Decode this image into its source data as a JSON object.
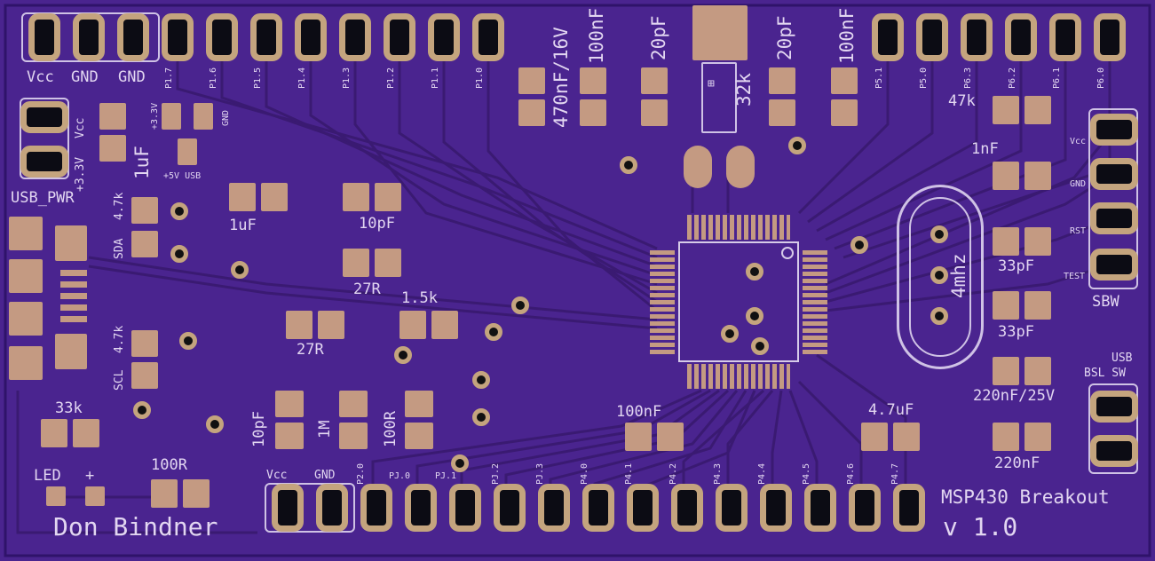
{
  "board": {
    "title": "MSP430 Breakout",
    "version": "v 1.0",
    "author": "Don Bindner",
    "colors": {
      "soldermask": "#4a248f",
      "copper_pad": "#c49a82",
      "silkscreen": "#e2d6f1",
      "trace": "#3a1a72"
    }
  },
  "top_header": {
    "power_labels": [
      "Vcc",
      "GND",
      "GND"
    ],
    "pins_left": [
      "P1.7",
      "P1.6",
      "P1.5",
      "P1.4",
      "P1.3",
      "P1.2",
      "P1.1",
      "P1.0"
    ],
    "pins_right": [
      "P5.1",
      "P5.0",
      "P6.3",
      "P6.2",
      "P6.1",
      "P6.0"
    ]
  },
  "bottom_header": {
    "power_labels": [
      "Vcc",
      "GND"
    ],
    "pins": [
      "P2.0",
      "PJ.0",
      "PJ.1",
      "PJ.2",
      "PJ.3",
      "P4.0",
      "P4.1",
      "P4.2",
      "P4.3",
      "P4.4",
      "P4.5",
      "P4.6",
      "P4.7"
    ]
  },
  "power_jumper": {
    "labels": [
      "Vcc",
      "+3.3V"
    ]
  },
  "power_select": {
    "labels": [
      "+3.3V",
      "GND",
      "+5V USB"
    ]
  },
  "sbw_header": {
    "title": "SBW",
    "pins": [
      "Vcc",
      "GND",
      "RST",
      "TEST"
    ]
  },
  "bsl_switch": {
    "labels": [
      "USB",
      "BSL SW"
    ]
  },
  "usb": {
    "label": "USB_PWR"
  },
  "i2c": {
    "sda_label": "SDA",
    "scl_label": "SCL",
    "pullup": "4.7k"
  },
  "led": {
    "label": "LED",
    "plus": "+"
  },
  "crystal_4mhz": {
    "label": "4mhz"
  },
  "crystal_32k": {
    "label": "32k"
  },
  "components": {
    "c_470n": "470nF/16V",
    "c_100n_a": "100nF",
    "c_20p_a": "20pF",
    "c_20p_b": "20pF",
    "c_100n_b": "100nF",
    "r_47k": "47k",
    "c_1n": "1nF",
    "c_1u_a": "1uF",
    "c_1u_b": "1uF",
    "c_10p_a": "10pF",
    "r_27r_a": "27R",
    "r_1_5k": "1.5k",
    "r_27r_b": "27R",
    "c_33p_a": "33pF",
    "c_33p_b": "33pF",
    "c_220n_25": "220nF/25V",
    "c_220n": "220nF",
    "r_33k": "33k",
    "r_100r_a": "100R",
    "c_10p_b": "10pF",
    "r_1m": "1M",
    "r_100r_b": "100R",
    "c_100n_c": "100nF",
    "c_4_7u": "4.7uF"
  }
}
